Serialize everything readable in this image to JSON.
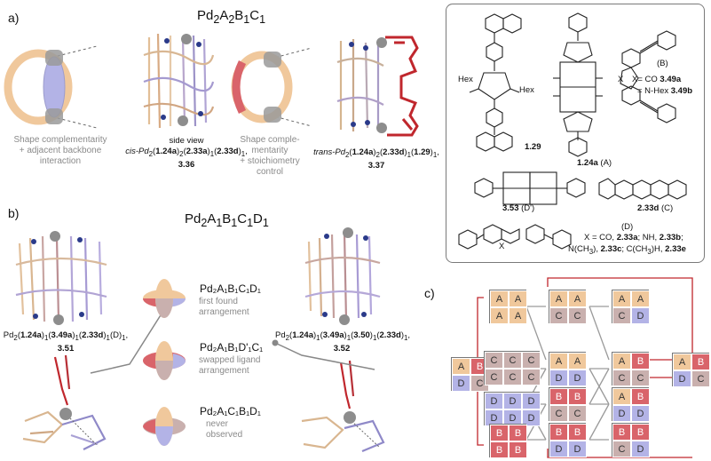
{
  "panel_a": {
    "label": "a)",
    "formula": {
      "base": "Pd",
      "sub1": "2",
      "t1": "A",
      "sub2": "2",
      "t2": "B",
      "sub3": "1",
      "t3": "C",
      "sub4": "1"
    },
    "note_left": [
      "Shape complementarity",
      "+ adjacent backbone",
      "interaction"
    ],
    "side_view": "side view",
    "compound_cis": {
      "pre": "cis-Pd",
      "s1": "2",
      "l1": "1.24a",
      "s2": "2",
      "l2": "2.33a",
      "s3": "1",
      "l3": "2.33d",
      "s4": "1",
      "post": ",",
      "num": "3.36"
    },
    "note_right": [
      "Shape comple-",
      "mentarity",
      "+ stoichiometry",
      "control"
    ],
    "compound_trans": {
      "pre": "trans-Pd",
      "s1": "2",
      "l1": "1.24a",
      "s2": "2",
      "l2": "2.33d",
      "s3": "1",
      "l3": "1.29",
      "s4": "1",
      "post": ",",
      "num": "3.37"
    }
  },
  "ligand_box": {
    "l129": "1.29",
    "l124a": "1.24a",
    "l124a_tag": "(A)",
    "hex1": "Hex",
    "hex2": "Hex",
    "x_label": "X",
    "b_tag": "(B)",
    "xco": "X= CO",
    "l349a": "3.49a",
    "xhex": "= N-Hex",
    "l349b": "3.49b",
    "l353": "3.53",
    "l353_tag": "(D')",
    "l233d": "2.33d",
    "l233d_tag": "(C)",
    "x2": "X",
    "d_tag": "(D)",
    "d_line1": {
      "a": "X = CO, ",
      "b": "2.33a",
      "c": "; NH, ",
      "d": "2.33b",
      "e": ";"
    },
    "d_line2": {
      "a": "N(CH",
      "s": "3",
      "b": "), ",
      "c": "2.33c",
      "d": "; C(CH",
      "s2": "3",
      "e": ")H, ",
      "f": "2.33e"
    }
  },
  "panel_b": {
    "label": "b)",
    "formula": {
      "base": "Pd",
      "sub1": "2",
      "t1": "A",
      "sub2": "1",
      "t2": "B",
      "sub3": "1",
      "t3": "C",
      "sub4": "1",
      "t4": "D",
      "sub5": "1"
    },
    "compound_351": {
      "pre": "Pd",
      "s1": "2",
      "l1": "1.24a",
      "s2": "1",
      "l2": "3.49a",
      "s3": "1",
      "l3": "2.33d",
      "s4": "1",
      "l4": "(D)",
      "s5": "1",
      "post": ",",
      "num": "3.51"
    },
    "compound_352": {
      "pre": "Pd",
      "s1": "2",
      "l1": "1.24a",
      "s2": "1",
      "l2": "3.49a",
      "s3": "1",
      "l3": "3.50",
      "s4": "1",
      "l4": "2.33d",
      "s5": "1",
      "post": ",",
      "num": "3.52"
    },
    "arr1": {
      "formula": "Pd₂A₁B₁C₁D₁",
      "note1": "first found",
      "note2": "arrangement"
    },
    "arr2": {
      "formula": "Pd₂A₁B₁D'₁C₁",
      "note1": "swapped ligand",
      "note2": "arrangement"
    },
    "arr3": {
      "formula": "Pd₂A₁C₁B₁D₁",
      "note1": "never",
      "note2": "observed"
    }
  },
  "panel_c": {
    "label": "c)",
    "left_tile": [
      "A",
      "B",
      "D",
      "C"
    ],
    "right_tile": [
      "A",
      "B",
      "D",
      "C"
    ],
    "col1": [
      [
        "A",
        "A",
        "A",
        "A"
      ],
      [
        "C",
        "C",
        "C",
        "C",
        "C",
        "C"
      ],
      [
        "D",
        "D",
        "D",
        "D",
        "D",
        "D"
      ],
      [
        "B",
        "B",
        "B",
        "B"
      ]
    ],
    "col2": [
      [
        "A",
        "A",
        "C",
        "C"
      ],
      [
        "A",
        "A",
        "D",
        "D"
      ],
      [
        "B",
        "B",
        "C",
        "C"
      ],
      [
        "B",
        "B",
        "D",
        "D"
      ]
    ],
    "col3": [
      [
        "A",
        "A",
        "C",
        "D"
      ],
      [
        "A",
        "B",
        "C",
        "C"
      ],
      [
        "A",
        "B",
        "D",
        "D"
      ],
      [
        "B",
        "B",
        "C",
        "D"
      ]
    ]
  },
  "colors": {
    "A": "#f0c89c",
    "B": "#d9646a",
    "C": "#c9b0ae",
    "D": "#b3b3e6",
    "connector": "#c0272d",
    "arrow": "#9a9a9a"
  }
}
